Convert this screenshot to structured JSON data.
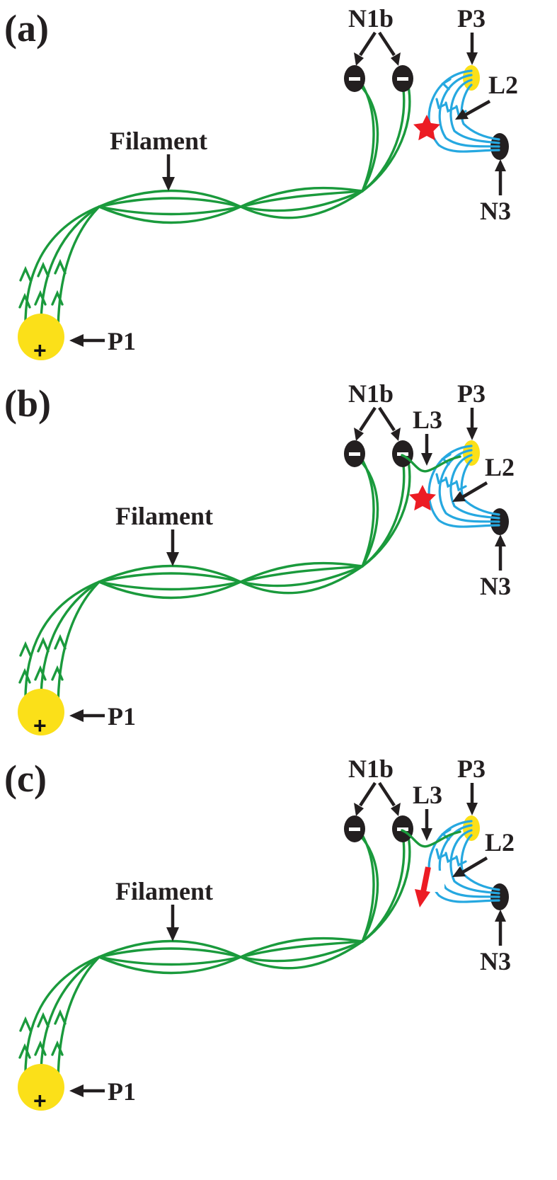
{
  "panels": [
    {
      "id": "a",
      "label": "(a)",
      "labels": {
        "filament": "Filament",
        "n1b": "N1b",
        "p3": "P3",
        "l2": "L2",
        "n3": "N3",
        "p1": "P1"
      },
      "polarity": {
        "positive": "+",
        "negative": "−"
      },
      "marker": "red-star",
      "has_l3": false
    },
    {
      "id": "b",
      "label": "(b)",
      "labels": {
        "filament": "Filament",
        "n1b": "N1b",
        "l3": "L3",
        "p3": "P3",
        "l2": "L2",
        "n3": "N3",
        "p1": "P1"
      },
      "polarity": {
        "positive": "+",
        "negative": "−"
      },
      "marker": "red-star",
      "has_l3": true
    },
    {
      "id": "c",
      "label": "(c)",
      "labels": {
        "filament": "Filament",
        "n1b": "N1b",
        "l3": "L3",
        "p3": "P3",
        "l2": "L2",
        "n3": "N3",
        "p1": "P1"
      },
      "polarity": {
        "positive": "+",
        "negative": "−"
      },
      "marker": "red-arrow",
      "has_l3": true
    }
  ],
  "colors": {
    "positive_polarity": "#fbe019",
    "negative_polarity": "#231f20",
    "filament_field_lines": "#1a9a3c",
    "loop_field_lines": "#26a8e0",
    "reconnection_marker": "#ec1c24",
    "annotation_arrows": "#231f20"
  }
}
